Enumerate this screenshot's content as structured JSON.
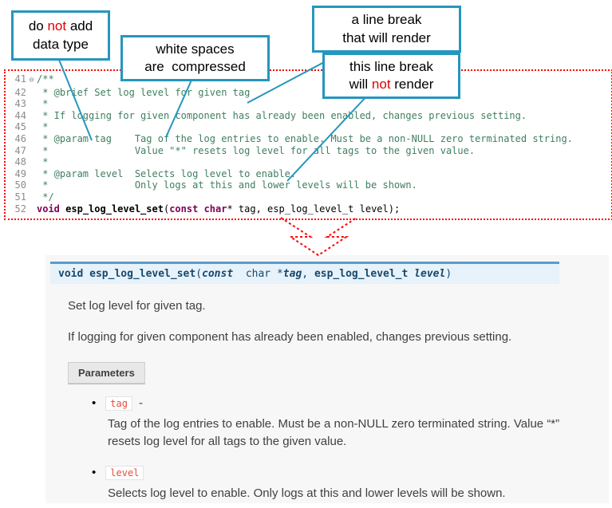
{
  "colors": {
    "callout_border": "#2596be",
    "annotation_red": "#e00000",
    "dotted_border_red": "#ff0000",
    "comment_green": "#3f7f5f",
    "keyword_purple": "#7f0055",
    "signature_accent_blue": "#5b9bd0",
    "literal_red": "#e74c3c"
  },
  "callouts": {
    "no_datatype": {
      "l1_pre": "do ",
      "l1_red": "not",
      "l1_post": " add",
      "l2": "data type"
    },
    "whitespace": {
      "l1": "white spaces",
      "l2": "are  compressed"
    },
    "break_renders": {
      "l1": "a line break",
      "l2": "that will render"
    },
    "break_not_renders": {
      "l1": "this line break",
      "l2_pre": "will ",
      "l2_red": "not",
      "l2_post": " render"
    }
  },
  "editor": {
    "lines": [
      {
        "n": "41",
        "fold": "⊖",
        "segs": [
          {
            "c": "comment",
            "t": "/**"
          }
        ]
      },
      {
        "n": "42",
        "segs": [
          {
            "c": "comment",
            "t": " * @brief Set log level for given tag"
          }
        ]
      },
      {
        "n": "43",
        "segs": [
          {
            "c": "comment",
            "t": " *"
          }
        ]
      },
      {
        "n": "44",
        "segs": [
          {
            "c": "comment",
            "t": " * If logging for given component has already been enabled, changes previous setting."
          }
        ]
      },
      {
        "n": "45",
        "segs": [
          {
            "c": "comment",
            "t": " *"
          }
        ]
      },
      {
        "n": "46",
        "segs": [
          {
            "c": "comment",
            "t": " * @param tag    Tag of the log entries to enable. Must be a non-NULL zero terminated string."
          }
        ]
      },
      {
        "n": "47",
        "segs": [
          {
            "c": "comment",
            "t": " *               Value \"*\" resets log level for all tags to the given value."
          }
        ]
      },
      {
        "n": "48",
        "segs": [
          {
            "c": "comment",
            "t": " *"
          }
        ]
      },
      {
        "n": "49",
        "segs": [
          {
            "c": "comment",
            "t": " * @param level  Selects log level to enable."
          }
        ]
      },
      {
        "n": "50",
        "segs": [
          {
            "c": "comment",
            "t": " *               Only logs at this and lower levels will be shown."
          }
        ]
      },
      {
        "n": "51",
        "segs": [
          {
            "c": "comment",
            "t": " */"
          }
        ]
      },
      {
        "n": "52",
        "segs": [
          {
            "c": "kw",
            "t": "void"
          },
          {
            "c": "plain",
            "t": " "
          },
          {
            "c": "fn",
            "t": "esp_log_level_set"
          },
          {
            "c": "plain",
            "t": "("
          },
          {
            "c": "kw",
            "t": "const"
          },
          {
            "c": "plain",
            "t": " "
          },
          {
            "c": "kw",
            "t": "char"
          },
          {
            "c": "plain",
            "t": "* tag, esp_log_level_t level);"
          }
        ]
      }
    ]
  },
  "doc": {
    "signature": [
      {
        "c": "kw",
        "t": "void "
      },
      {
        "c": "name",
        "t": "esp_log_level_set"
      },
      {
        "c": "plain",
        "t": "("
      },
      {
        "c": "kw-i",
        "t": "const"
      },
      {
        "c": "plain",
        "t": "  char *"
      },
      {
        "c": "param",
        "t": "tag"
      },
      {
        "c": "plain",
        "t": ", "
      },
      {
        "c": "type",
        "t": "esp_log_level_t "
      },
      {
        "c": "param",
        "t": "level"
      },
      {
        "c": "plain",
        "t": ")"
      }
    ],
    "brief": "Set log level for given tag.",
    "detail": "If logging for given component has already been enabled, changes previous setting.",
    "params_label": "Parameters",
    "params": [
      {
        "name": "tag",
        "dash": "-",
        "desc": "Tag of the log entries to enable. Must be a non-NULL zero terminated string. Value “*” resets log level for all tags to the given value."
      },
      {
        "name": "level",
        "dash": "",
        "desc": "Selects log level to enable. Only logs at this and lower levels will be shown."
      }
    ]
  }
}
